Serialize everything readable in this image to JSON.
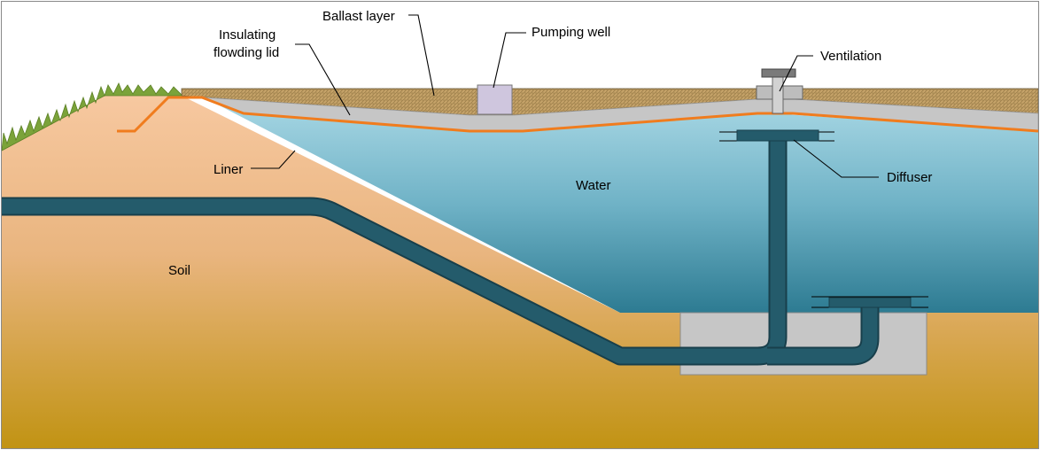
{
  "labels": {
    "ballast": "Ballast layer",
    "pumping_well": "Pumping well",
    "insulating_line1": "Insulating",
    "insulating_line2": "flowding lid",
    "ventilation": "Ventilation",
    "liner": "Liner",
    "water": "Water",
    "diffuser": "Diffuser",
    "soil": "Soil"
  },
  "colors": {
    "soil_top": "#f6c49a",
    "soil_bottom": "#c19313",
    "water_top": "#a8d5e2",
    "water_bottom": "#2f7f95",
    "liner": "#f07c1e",
    "pipe": "#235a6a",
    "lid": "#c6c6c6",
    "ballast": "#c7a56b",
    "pumping_well": "#cfc6de",
    "grass": "#7ba33a"
  }
}
